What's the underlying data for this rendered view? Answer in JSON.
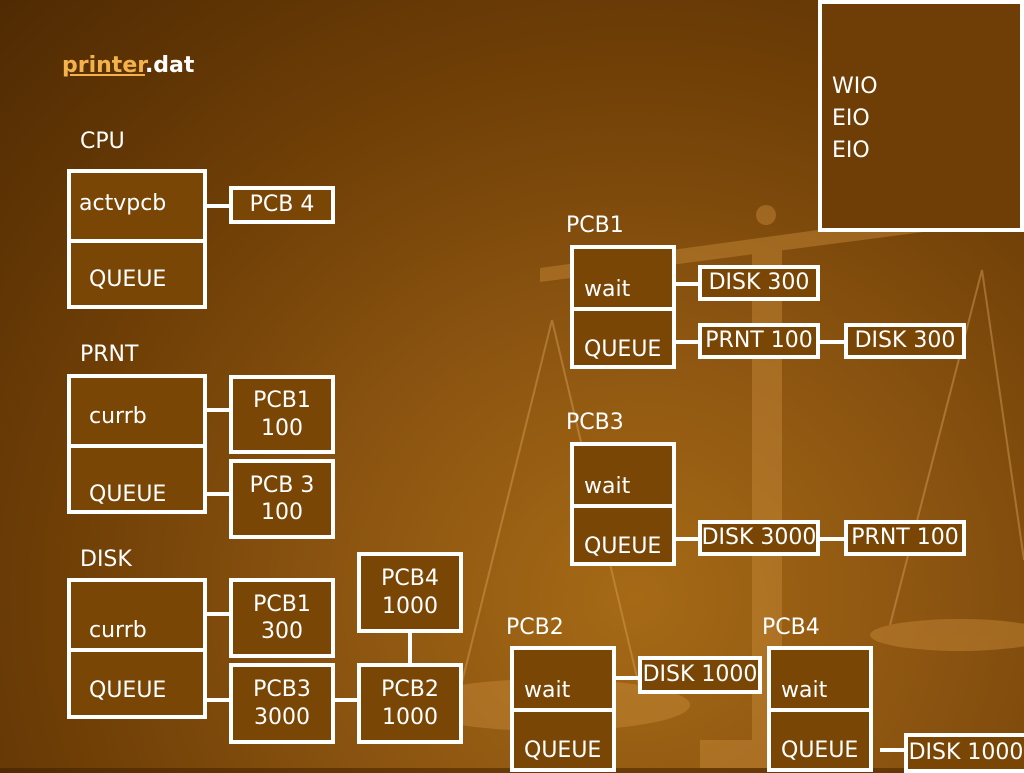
{
  "title": {
    "link_text": "printer",
    "suffix_text": ".dat"
  },
  "event_list": [
    "WIO",
    "EIO",
    "EIO"
  ],
  "cpu": {
    "label": "CPU",
    "top": "actvpcb",
    "bottom": "QUEUE",
    "pointer": "PCB 4"
  },
  "prnt": {
    "label": "PRNT",
    "top": "currb",
    "bottom": "QUEUE",
    "current": "PCB1\n100",
    "queue": [
      "PCB 3\n100"
    ]
  },
  "disk": {
    "label": "DISK",
    "top": "currb",
    "bottom": "QUEUE",
    "current": "PCB1\n300",
    "queue": [
      "PCB3\n3000",
      "PCB2\n1000",
      "PCB4\n1000"
    ]
  },
  "pcb1": {
    "label": "PCB1",
    "top": "wait",
    "bottom": "QUEUE",
    "wait_on": "DISK 300",
    "queue": [
      "PRNT 100",
      "DISK 300"
    ]
  },
  "pcb3": {
    "label": "PCB3",
    "top": "wait",
    "bottom": "QUEUE",
    "queue": [
      "DISK 3000",
      "PRNT 100"
    ]
  },
  "pcb2": {
    "label": "PCB2",
    "top": "wait",
    "bottom": "QUEUE",
    "wait_on": "DISK 1000"
  },
  "pcb4": {
    "label": "PCB4",
    "top": "wait",
    "bottom": "QUEUE",
    "queue": [
      "DISK 1000"
    ]
  }
}
